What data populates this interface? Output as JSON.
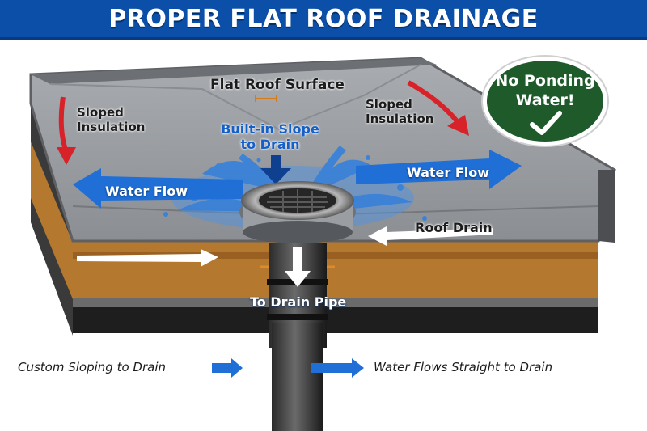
{
  "title": "PROPER FLAT ROOF DRAINAGE",
  "labels": {
    "flat_roof_surface": "Flat Roof Surface",
    "sloped_insulation_left": "Sloped Insulation",
    "sloped_insulation_right": "Sloped Insulation",
    "built_in_slope": "Built-in Slope to Drain",
    "water_flow_left": "Water Flow",
    "water_flow_right": "Water Flow",
    "roof_drain": "Roof Drain",
    "to_drain_pipe": "To Drain Pipe"
  },
  "badge": {
    "text": "No Ponding Water!",
    "icon": "checkmark-icon"
  },
  "footer": {
    "left": "Custom Sloping to Drain",
    "right": "Water Flows Straight to Drain"
  },
  "colors": {
    "banner": "#0b4fa8",
    "water": "#1f6fd6",
    "badge": "#1f5a2a",
    "slope_arrow": "#d8222a"
  }
}
